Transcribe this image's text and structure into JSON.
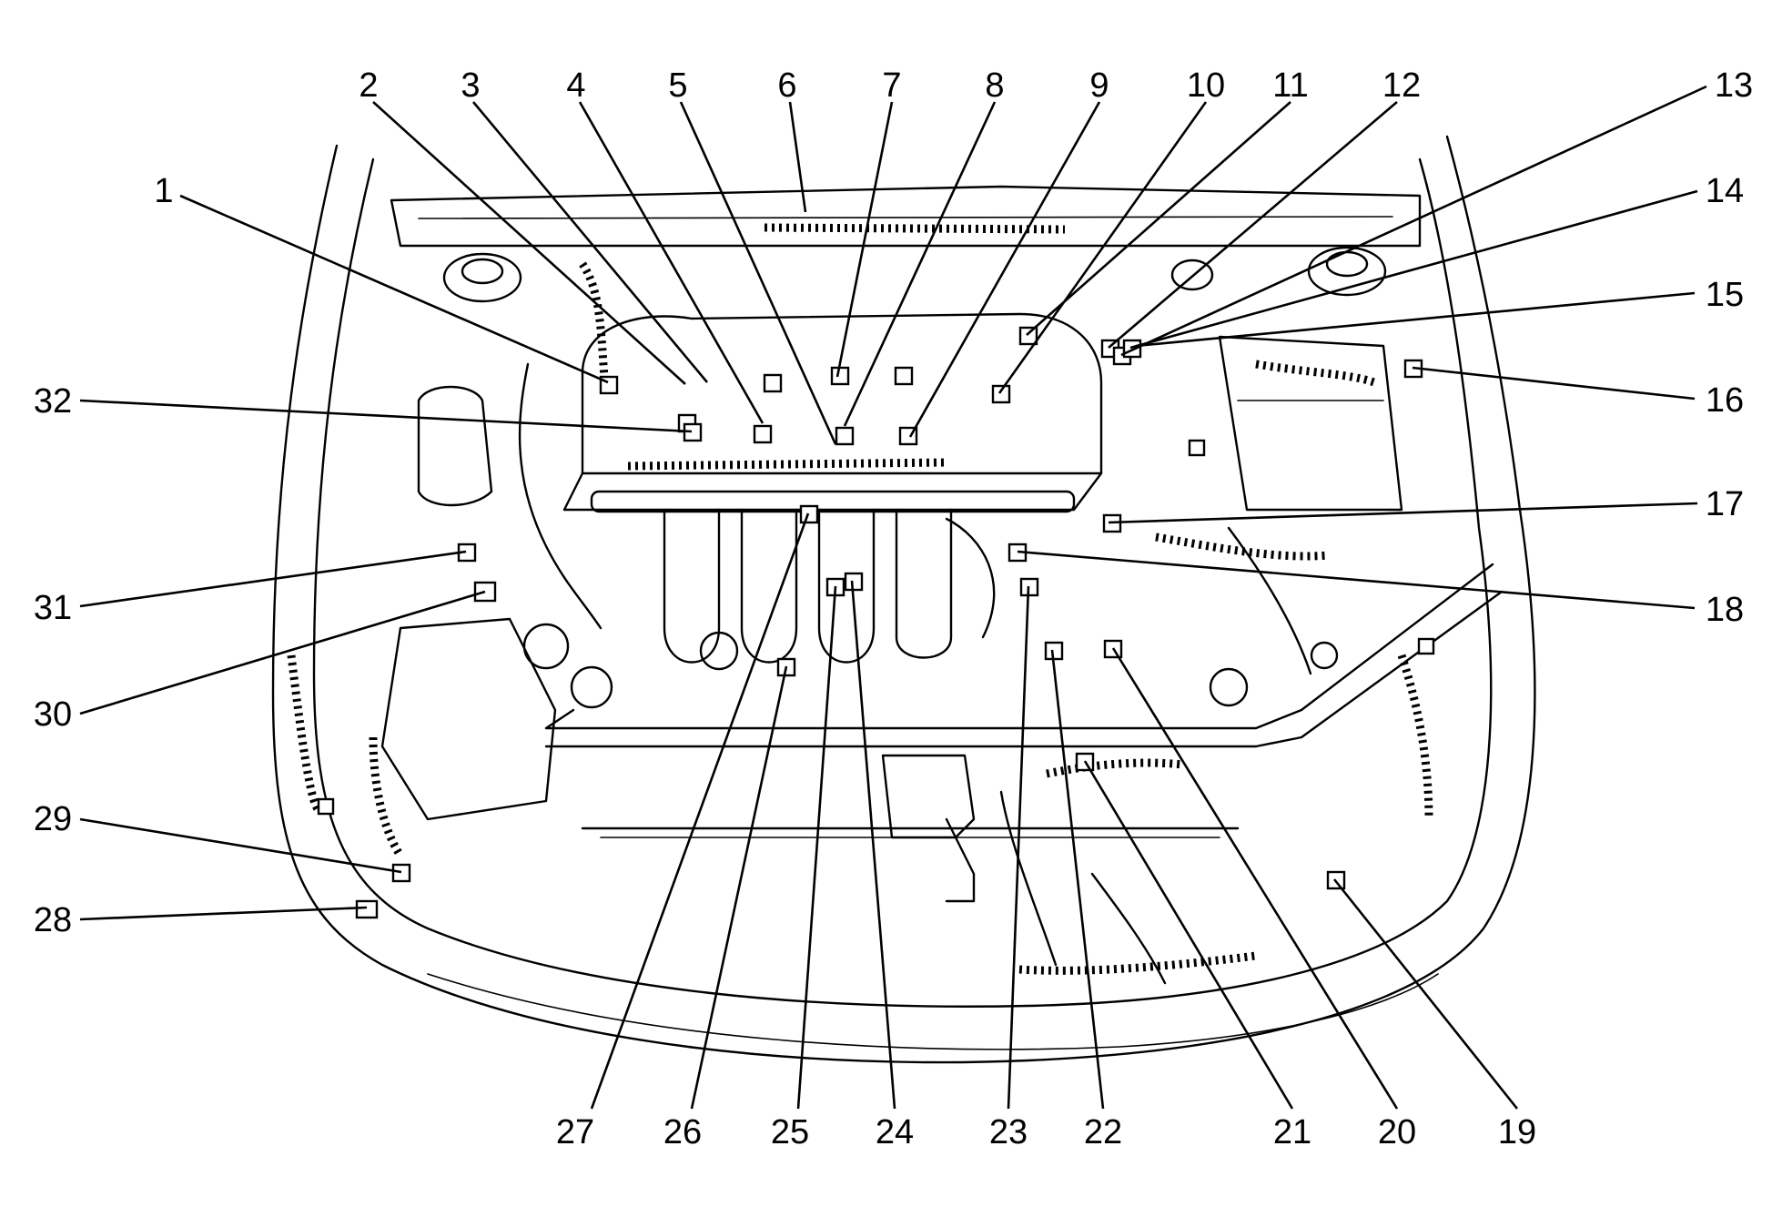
{
  "callouts": [
    {
      "id": "c1",
      "text": "1"
    },
    {
      "id": "c2",
      "text": "2"
    },
    {
      "id": "c3",
      "text": "3"
    },
    {
      "id": "c4",
      "text": "4"
    },
    {
      "id": "c5",
      "text": "5"
    },
    {
      "id": "c6",
      "text": "6"
    },
    {
      "id": "c7",
      "text": "7"
    },
    {
      "id": "c8",
      "text": "8"
    },
    {
      "id": "c9",
      "text": "9"
    },
    {
      "id": "c10",
      "text": "10"
    },
    {
      "id": "c11",
      "text": "11"
    },
    {
      "id": "c12",
      "text": "12"
    },
    {
      "id": "c13",
      "text": "13"
    },
    {
      "id": "c14",
      "text": "14"
    },
    {
      "id": "c15",
      "text": "15"
    },
    {
      "id": "c16",
      "text": "16"
    },
    {
      "id": "c17",
      "text": "17"
    },
    {
      "id": "c18",
      "text": "18"
    },
    {
      "id": "c19",
      "text": "19"
    },
    {
      "id": "c20",
      "text": "20"
    },
    {
      "id": "c21",
      "text": "21"
    },
    {
      "id": "c22",
      "text": "22"
    },
    {
      "id": "c23",
      "text": "23"
    },
    {
      "id": "c24",
      "text": "24"
    },
    {
      "id": "c25",
      "text": "25"
    },
    {
      "id": "c26",
      "text": "26"
    },
    {
      "id": "c27",
      "text": "27"
    },
    {
      "id": "c28",
      "text": "28"
    },
    {
      "id": "c29",
      "text": "29"
    },
    {
      "id": "c30",
      "text": "30"
    },
    {
      "id": "c31",
      "text": "31"
    },
    {
      "id": "c32",
      "text": "32"
    }
  ]
}
